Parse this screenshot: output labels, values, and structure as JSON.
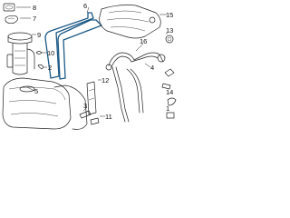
{
  "diagram": {
    "callouts": [
      "8",
      "7",
      "6",
      "15",
      "9",
      "16",
      "13",
      "10",
      "2",
      "4",
      "5",
      "12",
      "3",
      "11",
      "14",
      "1"
    ],
    "highlight_color": "#1d5a86",
    "line_color": "#222222",
    "background": "#ffffff"
  }
}
